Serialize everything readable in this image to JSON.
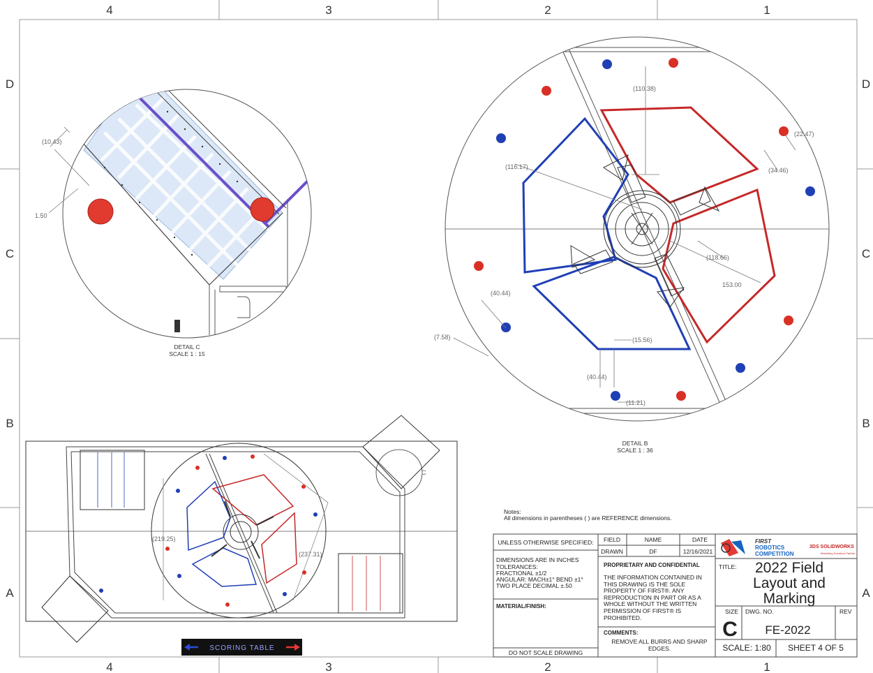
{
  "zones": {
    "columns": [
      "4",
      "3",
      "2",
      "1"
    ],
    "rows": [
      "D",
      "C",
      "B",
      "A"
    ]
  },
  "detail_c": {
    "title": "DETAIL C",
    "scale": "SCALE 1 : 15",
    "dims": [
      "(10.43)",
      "1.50"
    ]
  },
  "detail_b": {
    "title": "DETAIL B",
    "scale": "SCALE 1 : 36",
    "dims": [
      "(110.38)",
      "(22.47)",
      "(116.17)",
      "(34.46)",
      "(118.66)",
      "153.00",
      "(40.44)",
      "(7.58)",
      "(15.56)",
      "(40.44)",
      "(11.21)"
    ]
  },
  "field_view": {
    "dims": [
      "(219.25)",
      "(237.31)"
    ],
    "callout": "C",
    "scoring_table": "SCORING TABLE"
  },
  "notes": {
    "heading": "Notes:",
    "text": "All dimensions in parentheses ( ) are REFERENCE dimensions."
  },
  "title_block": {
    "unless": "UNLESS OTHERWISE SPECIFIED:",
    "field_hdr": "FIELD",
    "name_hdr": "NAME",
    "date_hdr": "DATE",
    "drawn": "DRAWN",
    "drawn_name": "DF",
    "drawn_date": "12/16/2021",
    "dim_lines": [
      "DIMENSIONS ARE IN INCHES",
      "TOLERANCES:",
      "FRACTIONAL ±1/2",
      "ANGULAR: MACH±1°  BEND ±1°",
      "TWO PLACE DECIMAL    ±.50"
    ],
    "material": "MATERIAL/FINISH:",
    "no_scale": "DO NOT SCALE DRAWING",
    "prop_heading": "PROPRIETARY AND CONFIDENTIAL",
    "prop_lines": [
      "THE INFORMATION CONTAINED IN",
      "THIS DRAWING IS THE SOLE",
      "PROPERTY OF FIRST®.  ANY",
      "REPRODUCTION IN PART OR AS A",
      "WHOLE WITHOUT THE WRITTEN",
      "PERMISSION OF FIRST® IS",
      "PROHIBITED."
    ],
    "comments": "COMMENTS:",
    "comment_lines": [
      "REMOVE ALL BURRS AND SHARP",
      "EDGES."
    ],
    "logo_first": [
      "FIRST",
      "ROBOTICS",
      "COMPETITION"
    ],
    "logo_sw": "3DS SOLIDWORKS",
    "logo_sw_sub": "Marketing Solutions Partner",
    "title_label": "TITLE:",
    "title_lines": [
      "2022 Field",
      "Layout and",
      "Marking"
    ],
    "size_label": "SIZE",
    "size_value": "C",
    "dwg_label": "DWG.  NO.",
    "dwg_value": "FE-2022",
    "rev_label": "REV",
    "scale": "SCALE: 1:80",
    "sheet": "SHEET 4 OF 5"
  },
  "colors": {
    "red": "#d93025",
    "blue": "#1f3fb5",
    "navy": "#14239a",
    "purple": "#6a4fc9",
    "light_blue": "#cfe0f5"
  }
}
